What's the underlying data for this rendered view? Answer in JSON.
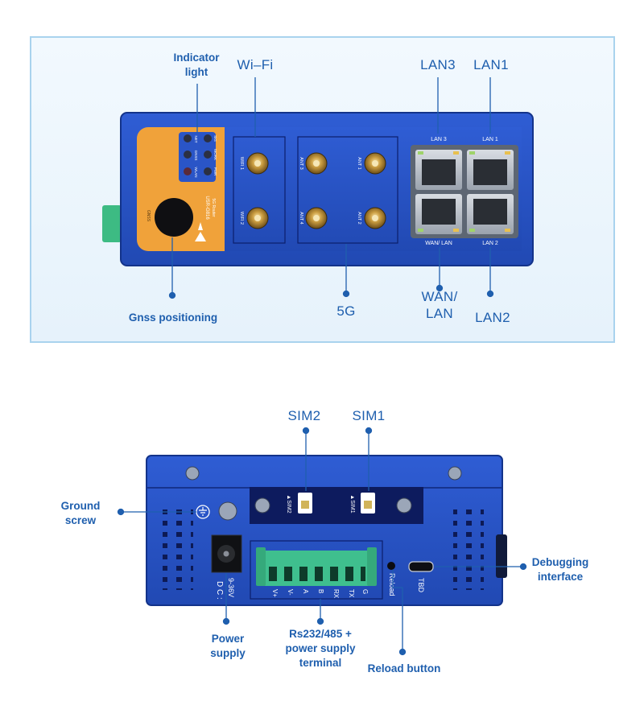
{
  "front_panel": {
    "callouts": {
      "indicator_light": "Indicator\nlight",
      "wifi": "Wi–Fi",
      "lan3": "LAN3",
      "lan1": "LAN1",
      "gnss": "Gnss positioning",
      "fiveg": "5G",
      "wan_lan": "WAN/\nLAN",
      "lan2": "LAN2"
    },
    "device_text": {
      "led_net": "NET",
      "led_sig": "SIG",
      "led_gnss": "GNSS",
      "led_work": "WORK",
      "led_wlan": "WLAN",
      "led_pwr": "PWR",
      "gnss_port": "GNSS",
      "model": "USR-G816",
      "model_sub": "5G Router",
      "wifi1": "WIFI 1",
      "wifi2": "WIFI 2",
      "ant1": "ANT 1",
      "ant2": "ANT 2",
      "ant3": "ANT 3",
      "ant4": "ANT 4",
      "port_lan3": "LAN 3",
      "port_lan1": "LAN 1",
      "port_wan": "WAN/ LAN",
      "port_lan2": "LAN 2"
    }
  },
  "bottom_panel": {
    "callouts": {
      "sim2": "SIM2",
      "sim1": "SIM1",
      "ground_screw": "Ground\nscrew",
      "debugging_interface": "Debugging\ninterface",
      "power_supply": "Power\nsupply",
      "terminal": "Rs232/485 +\npower supply\nterminal",
      "reload_button": "Reload button"
    },
    "device_text": {
      "sim2_slot": "▲SIM2",
      "sim1_slot": "▲SIM1",
      "dc": "D C :",
      "dc_range": "9-36V",
      "pins": [
        "V+",
        "V-",
        "A",
        "B",
        "RX",
        "TX",
        "G"
      ],
      "reload": "Reload",
      "tbd": "TBD"
    }
  },
  "colors": {
    "accent": "#1f5fae",
    "device_blue": "#2b55c8",
    "device_orange": "#f0a23a",
    "terminal_green": "#3fbf8e"
  }
}
